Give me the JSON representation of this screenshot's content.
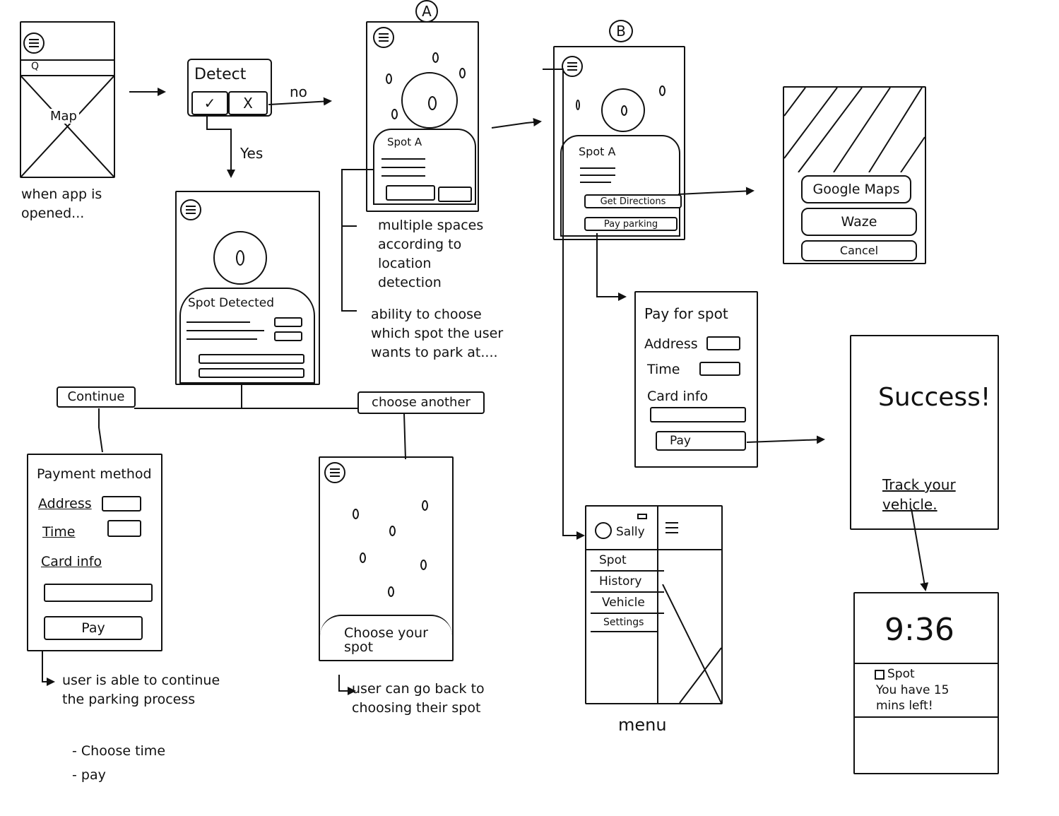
{
  "screens": {
    "home": {
      "search": "Q",
      "map": "Map",
      "note": "when app is opened..."
    },
    "detect": {
      "title": "Detect",
      "yes_icon": "✓",
      "no_icon": "X",
      "no_label": "no",
      "yes_label": "Yes"
    },
    "spot_detected": {
      "title": "Spot Detected"
    },
    "buttons": {
      "continue": "Continue",
      "choose_another": "choose another"
    },
    "screen_a": {
      "label": "A",
      "spot": "Spot A"
    },
    "notes_a": {
      "multiple": "multiple spaces according to location detection",
      "ability": "ability to choose which spot the user wants to park at...."
    },
    "screen_b": {
      "label": "B",
      "spot": "Spot A",
      "directions": "Get Directions",
      "pay": "Pay parking"
    },
    "directions_sheet": {
      "google": "Google Maps",
      "waze": "Waze",
      "cancel": "Cancel"
    },
    "pay_for_spot": {
      "title": "Pay for spot",
      "address": "Address",
      "time": "Time",
      "card": "Card info",
      "pay": "Pay"
    },
    "success": {
      "title": "Success!",
      "track": "Track your vehicle."
    },
    "timer": {
      "time": "9:36",
      "spot": "Spot",
      "remaining": "You have 15 mins left!"
    },
    "menu": {
      "user": "Sally",
      "items": [
        "Spot",
        "History",
        "Vehicle",
        "Settings"
      ],
      "caption": "menu"
    },
    "payment_method": {
      "title": "Payment method",
      "address": "Address",
      "time": "Time",
      "card": "Card info",
      "pay": "Pay",
      "note": "user is able to continue the parking process",
      "bullets": [
        "- Choose time",
        "- pay"
      ]
    },
    "choose_spot": {
      "title": "Choose your spot",
      "note": "user can go back to choosing their spot"
    }
  }
}
